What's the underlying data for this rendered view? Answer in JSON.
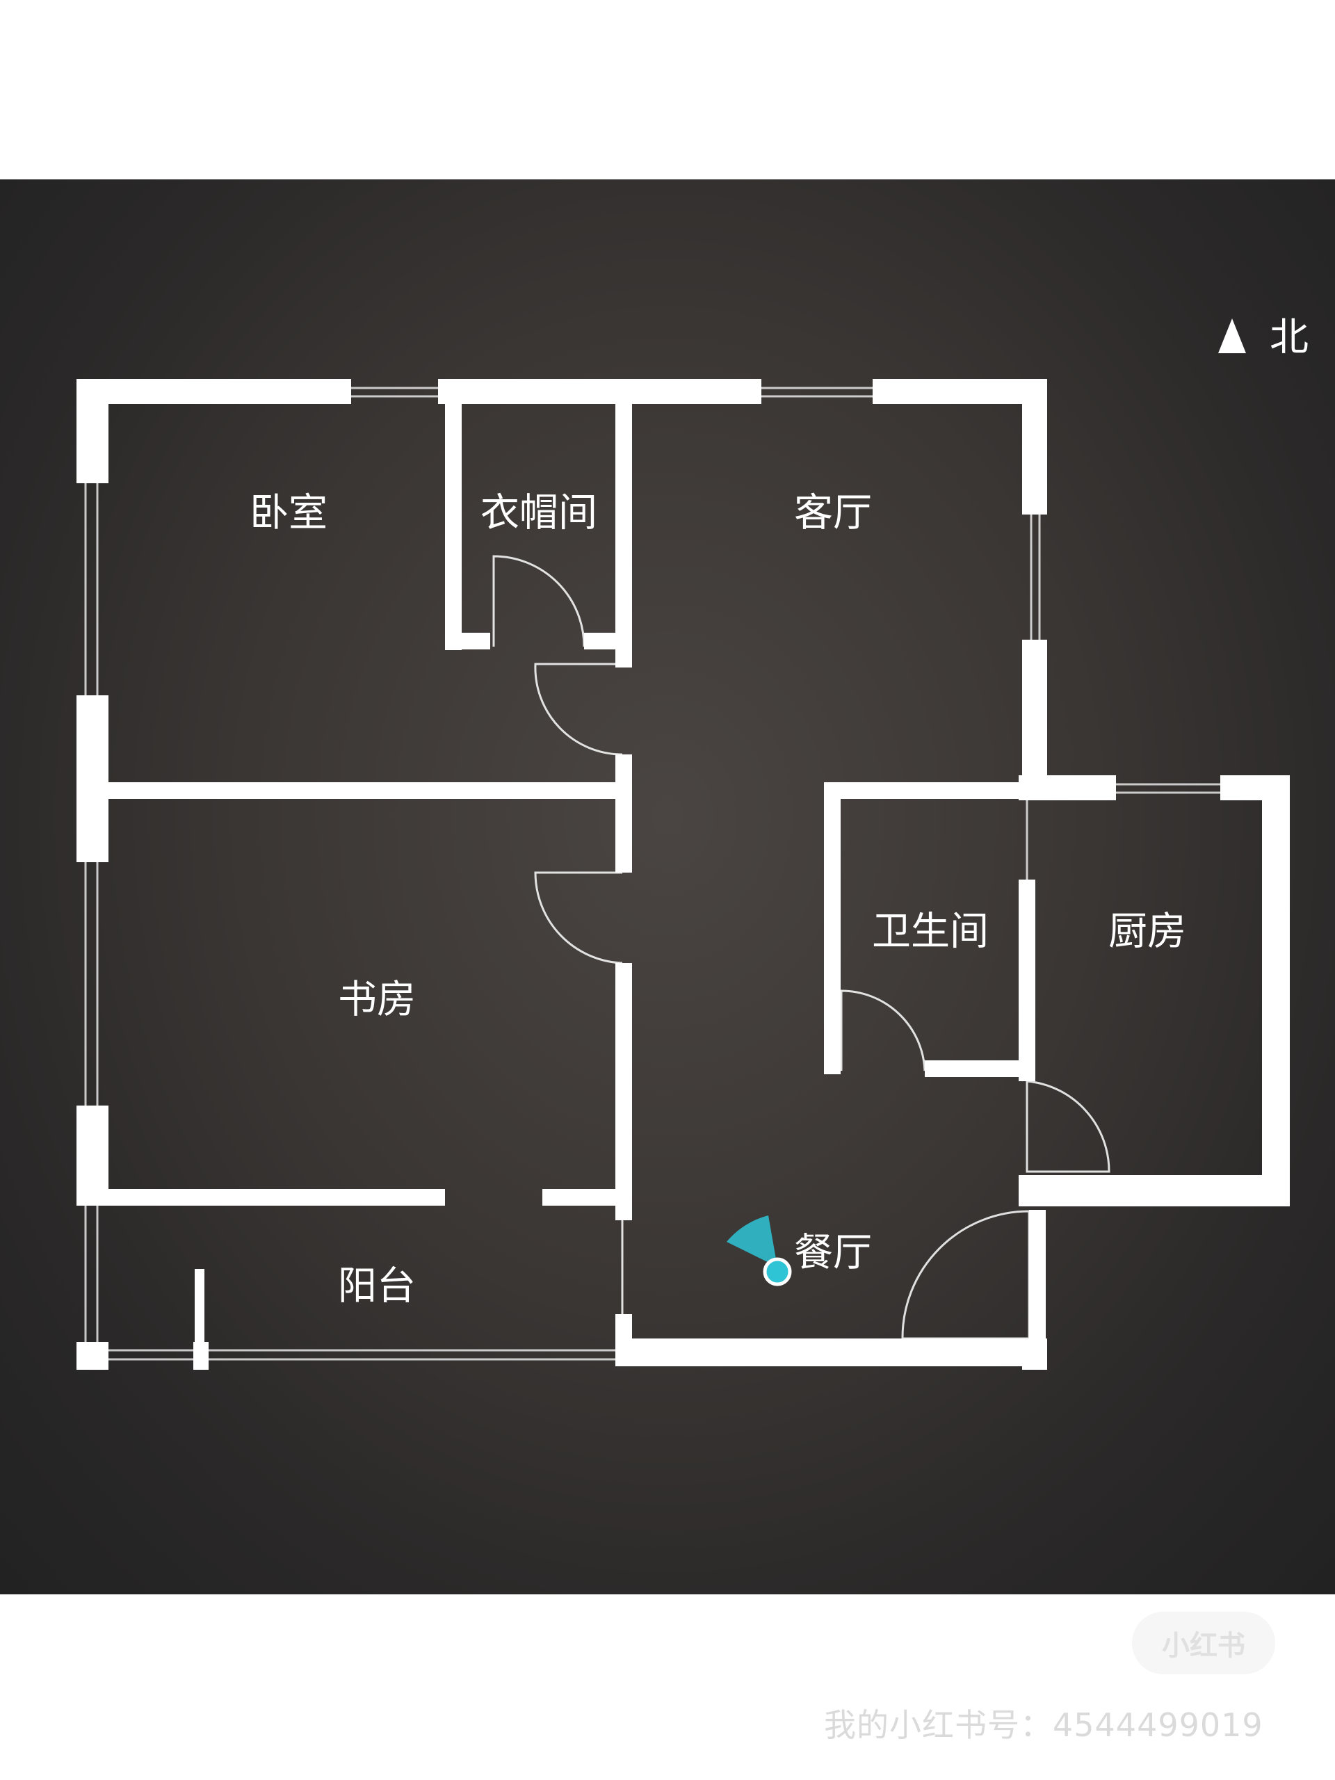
{
  "compass": {
    "label": "北",
    "icon": "north-arrow-icon"
  },
  "rooms": {
    "bedroom": "卧室",
    "cloakroom": "衣帽间",
    "living_room": "客厅",
    "bathroom": "卫生间",
    "kitchen": "厨房",
    "study": "书房",
    "balcony": "阳台",
    "dining_room": "餐厅"
  },
  "viewpoint": {
    "icon": "camera-viewpoint-icon",
    "color": "#2ec4d6"
  },
  "watermark": {
    "logo_text": "小红书",
    "account_text": "我的小红书号：4544499019"
  },
  "colors": {
    "wall": "#ffffff",
    "background": "#333030"
  }
}
